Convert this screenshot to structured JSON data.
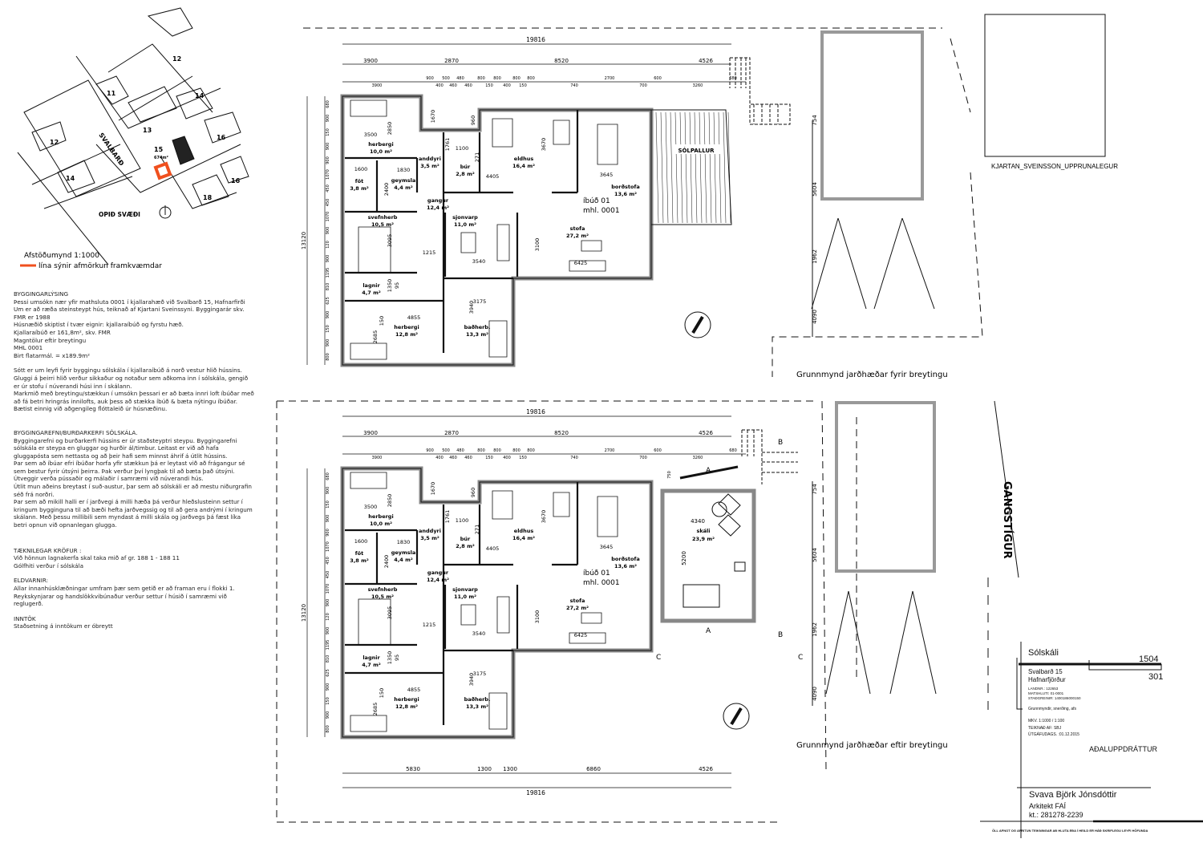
{
  "site_plan": {
    "lots": [
      "12",
      "11",
      "14",
      "12",
      "13",
      "16",
      "14",
      "15",
      "16",
      "18"
    ],
    "lot_area": "674m²",
    "street": "SVALBARÐ",
    "open_area": "OPIÐ SVÆÐI",
    "caption": "Afstöðumynd 1:1000",
    "legend": "lína sýnir afmörkun framkvæmdar",
    "accent_color": "#f0501e"
  },
  "notes": [
    {
      "heading": "BYGGINGARLÝSING",
      "body": "Þessi umsókn nær yfir mathsluta 0001 í kjallarahæð við Svalbarð 15, Hafnarfirði\nUm er að ræða steinsteypt hús, teiknað af Kjartani Sveinssyni. Byggingarár skv. FMR er 1988\nHúsnæðið skiptist í tvær eignir: kjallaraíbúð og fyrstu hæð.\nKjallaraíbúð er 161,8m², skv. FMR\nMagntölur eftir breytingu\nMHL 0001\nBirt flatarmál. = x189.9m²"
    },
    {
      "heading": "",
      "body": "Sótt er um leyfi fyrir byggingu sólskála í kjallaraíbúð á norð vestur hlið hússins. Gluggi á þeirri hlið verður sikkaður og notaður sem aðkoma inn í sólskála, gengið er úr stofu í núverandi húsi inn í skálann.\nMarkmið með breytingu/stækkun í umsókn þessari er að bæta innri loft íbúðar með að fá betri hringrás innilofts, auk þess að stækka íbúð & bæta nýtingu íbúðar. Bætist einnig við aðgengileg flóttaleið úr húsnæðinu."
    },
    {
      "heading": "BYGGINGAREFNI/BURÐARKERFI SÓLSKÁLA.",
      "body": "Byggingarefni og burðarkerfi hússins er úr staðsteyptri steypu. Byggingarefni sólskála er steypa en gluggar og hurðir ál/timbur. Leitast er við að hafa gluggapósta sem nettasta og að þeir hafi sem minnst áhrif á útlit hússins.\nÞar sem að íbúar efri íbúðar horfa yfir stækkun þá er leytast við að frágangur sé sem bestur fyrir útsýni þeirra. Þak verður því lyngþak til að bæta það útsýni.\nÚtveggir verða pússaðir og málaðir í samræmi við núverandi hús.\nÚtlit mun aðeins breytast í suð-austur, þar sem að sólskáli er að mestu niðurgrafin séð frá norðri.\nÞar sem að mikill halli er í jarðvegi á milli hæða þá verður hleðslusteinn settur í kringum bygginguna til að bæði hefta jarðvegssig og til að gera andrými í kringum skálann. Með þessu millibili sem myndast á milli skála og jarðvegs þá fæst líka betri opnun við opnanlegan glugga."
    },
    {
      "heading": "TÆKNILEGAR KRÖFUR :",
      "body": "Við hönnun lagnakerfa skal taka mið af gr. 188 1 - 188 11\nGólfhiti verður í sólskála"
    },
    {
      "heading": "ELDVARNIR:",
      "body": "Allar innanhúsklæðningar umfram þær sem getið er að framan eru í flokki 1.\nReykskynjarar og handslökkvibúnaður verður settur í húsið í samræmi við reglugerð."
    },
    {
      "heading": "INNTÖK",
      "body": "Staðsetning á inntökum er óbreytt"
    }
  ],
  "plan": {
    "unit": "íbúð 01",
    "mhl": "mhl. 0001",
    "deck": "SÓLPALLUR",
    "rooms": [
      {
        "name": "herbergi",
        "area": "10,0 m²"
      },
      {
        "name": "anddyri",
        "area": "3,5 m²"
      },
      {
        "name": "búr",
        "area": "2,8 m²"
      },
      {
        "name": "eldhus",
        "area": "16,4 m²"
      },
      {
        "name": "föt",
        "area": "3,8 m²"
      },
      {
        "name": "geymsla",
        "area": "4,4 m²"
      },
      {
        "name": "gangur",
        "area": "12,4 m²"
      },
      {
        "name": "borðstofa",
        "area": "13,6 m²"
      },
      {
        "name": "svefnherb",
        "area": "10,5 m²"
      },
      {
        "name": "sjonvarp",
        "area": "11,0 m²"
      },
      {
        "name": "stofa",
        "area": "27,2 m²"
      },
      {
        "name": "lagnir",
        "area": "4,7 m²"
      },
      {
        "name": "herbergi",
        "area": "12,8 m²"
      },
      {
        "name": "baðherb.",
        "area": "13,3 m²"
      }
    ],
    "sunroom": {
      "name": "skáli",
      "area": "23,9 m²",
      "dim_w": "4340",
      "dim_h": "5200",
      "door": "750"
    },
    "dims_total": "19816",
    "dims_row1": [
      "3900",
      "2870",
      "8520",
      "4526"
    ],
    "dims_row2": [
      "3900",
      "900",
      "400",
      "500",
      "460",
      "480",
      "460",
      "800",
      "150",
      "800",
      "400",
      "800",
      "150",
      "800",
      "740",
      "2700",
      "700",
      "600",
      "3260",
      "680"
    ],
    "dims_left_total": "13120",
    "dims_left": [
      "680",
      "900",
      "150",
      "900",
      "900",
      "1070",
      "450",
      "450",
      "1070",
      "900",
      "120",
      "900",
      "1195",
      "810",
      "625",
      "900",
      "150",
      "900",
      "800"
    ],
    "dims_inner": [
      "3500",
      "2850",
      "1670",
      "960",
      "1100",
      "1761",
      "271",
      "1600",
      "1830",
      "2400",
      "4405",
      "3670",
      "3645",
      "3095",
      "1215",
      "3540",
      "3100",
      "6425",
      "1350",
      "95",
      "3175",
      "150",
      "4855",
      "2685",
      "3940"
    ],
    "dims_right": [
      "754",
      "5604",
      "1962",
      "4090"
    ],
    "dims_bottom": [
      "5830",
      "1300",
      "1300",
      "6860",
      "4526"
    ],
    "section_marks": [
      "A",
      "B",
      "C"
    ]
  },
  "labels": {
    "before": "Grunnmynd jarðhæðar fyrir breytingu",
    "after": "Grunnmynd jarðhæðar eftir  breytingu",
    "street_side": "GANGSTÍGUR",
    "original_drawing": "KJARTAN_SVEINSSON_UPPRUNALEGUR"
  },
  "title_block": {
    "project": "Sólskáli",
    "sheet_no": "1504",
    "drawing_no": "301",
    "address": "Svalbarð 15",
    "town": "Hafnarfjörður",
    "landnr": "LANDNR.: 122653",
    "matshluti": "MATSHLUTI: 01-0001",
    "stadgreinir": "STAÐGREINIR: 1400186000150",
    "content": "Grunnmyndir, snerðing, afs",
    "scale": "MKV.  1:1000 / 1:100",
    "drawn_by": "TEIKNAÐ AF:  SBJ",
    "date": "ÚTGÁFUDAGS. :01.12.2015",
    "type": "AÐALUPPDRÁTTUR",
    "architect": "Svava Björk Jónsdóttir",
    "title": "Arkitekt FAÍ",
    "kt": "kt.: 281278-2239",
    "copyright": "ÖLL AFNOT OG AFRITUN TEIKNINGAR AÐ HLUTA EÐA Í HEILD ER HÁÐ SKRIFLEGU LEYFI HÖFUNDA"
  }
}
